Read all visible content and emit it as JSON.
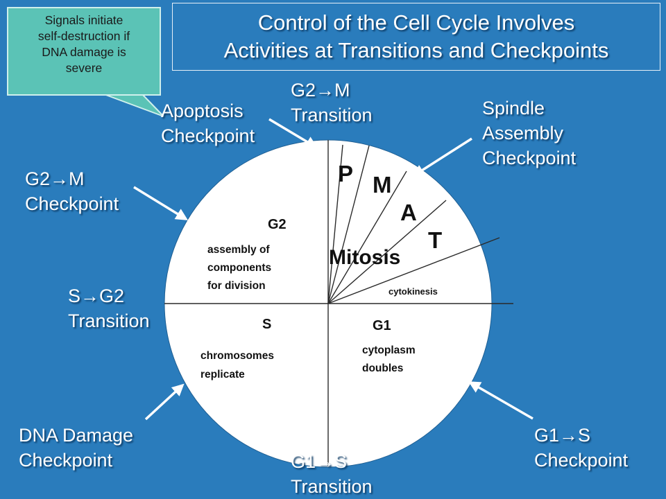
{
  "title": {
    "line1": "Control of the Cell Cycle Involves",
    "line2": "Activities at Transitions and Checkpoints"
  },
  "callout": {
    "lines": [
      "Signals initiate",
      "self-destruction if",
      "DNA damage is",
      "severe"
    ]
  },
  "labels": {
    "apoptosis": {
      "line1": "Apoptosis",
      "line2": "Checkpoint"
    },
    "g2m_transition": {
      "line1": "G2→M",
      "line2": "Transition"
    },
    "spindle": {
      "line1": "Spindle",
      "line2": "Assembly",
      "line3": "Checkpoint"
    },
    "g2m_checkpoint": {
      "line1": "G2→M",
      "line2": "Checkpoint"
    },
    "sg2_transition": {
      "line1": "S→G2",
      "line2": "Transition"
    },
    "dna_damage": {
      "line1": "DNA Damage",
      "line2": "Checkpoint"
    },
    "g1s_transition": {
      "line1": "G1→S",
      "line2": "Transition"
    },
    "g1s_checkpoint": {
      "line1": "G1→S",
      "line2": "Checkpoint"
    }
  },
  "circle": {
    "g2": "G2",
    "g2_desc": [
      "assembly of",
      "components",
      "for division"
    ],
    "s": "S",
    "s_desc": [
      "chromosomes",
      "replicate"
    ],
    "g1": "G1",
    "g1_desc": [
      "cytoplasm",
      "doubles"
    ],
    "p": "P",
    "m": "M",
    "a": "A",
    "t": "T",
    "mitosis": "Mitosis",
    "cytokinesis": "cytokinesis"
  },
  "colors": {
    "background": "#2a7cbc",
    "callout": "#5bc3b6",
    "circle": "#ffffff"
  }
}
